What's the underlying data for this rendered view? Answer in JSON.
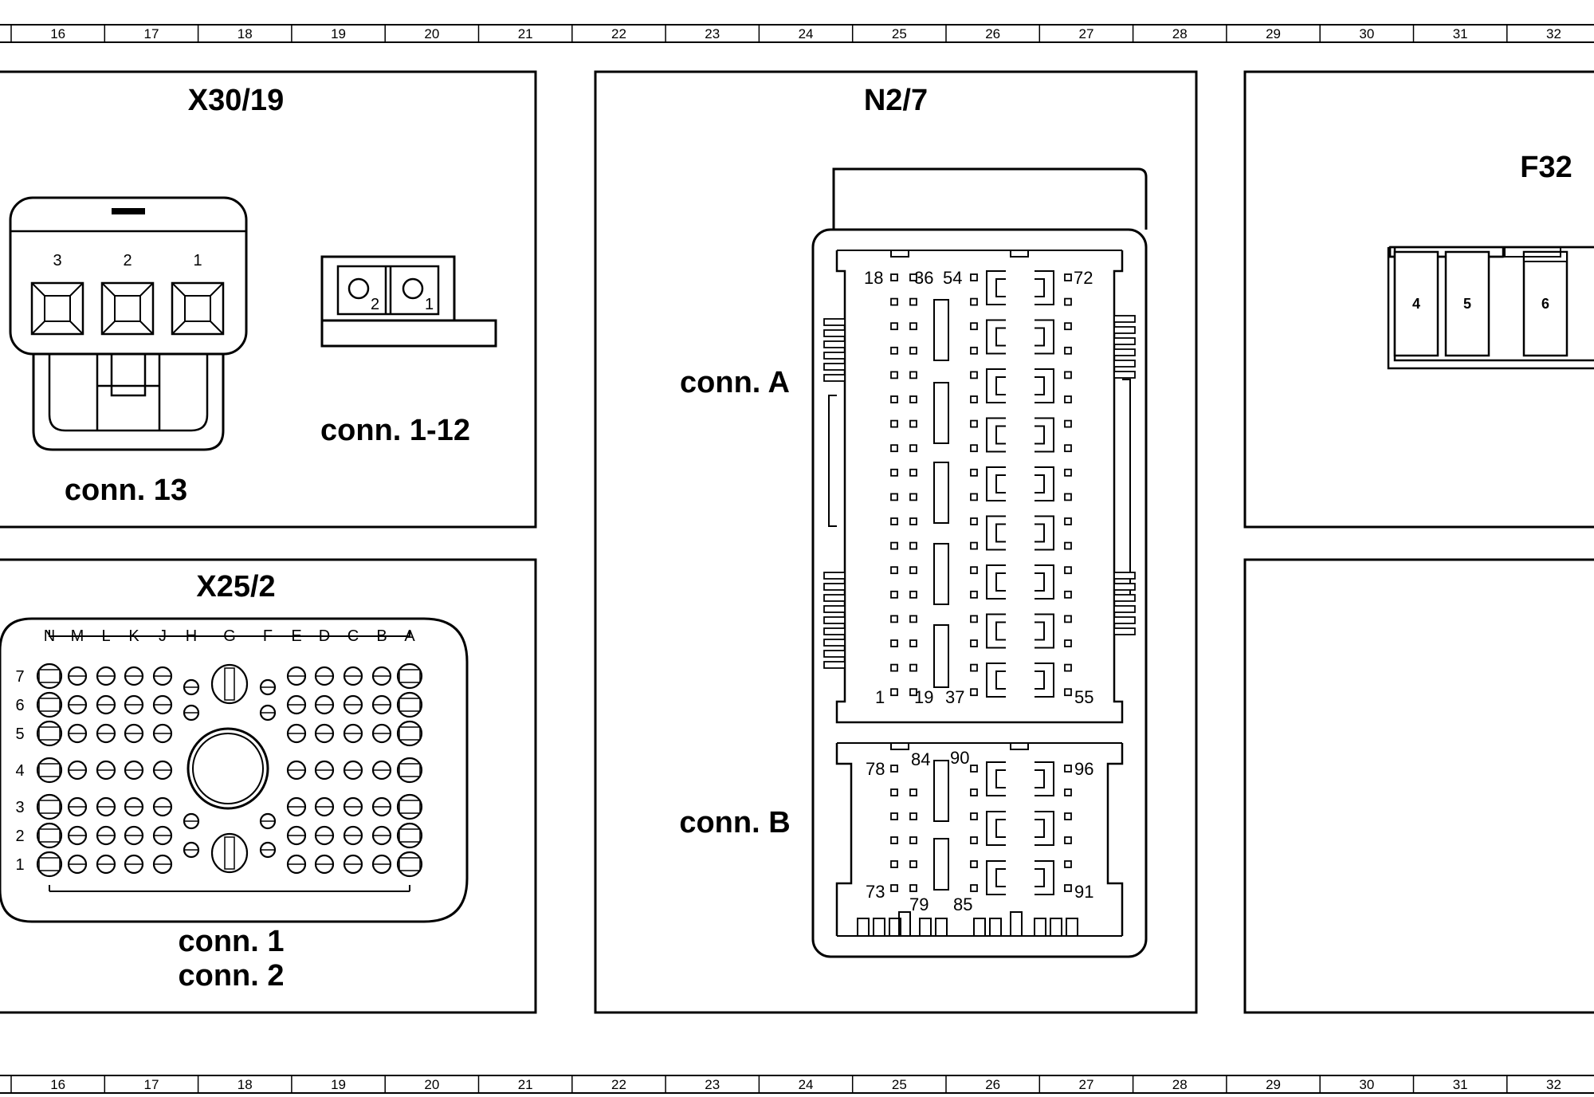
{
  "ruler": {
    "top_numbers": [
      "16",
      "17",
      "18",
      "19",
      "20",
      "21",
      "22",
      "23",
      "24",
      "25",
      "26",
      "27",
      "28",
      "29",
      "30",
      "31",
      "32"
    ],
    "bottom_numbers": [
      "16",
      "17",
      "18",
      "19",
      "20",
      "21",
      "22",
      "23",
      "24",
      "25",
      "26",
      "27",
      "28",
      "29",
      "30",
      "31",
      "32"
    ]
  },
  "panels": {
    "x30_19": {
      "title": "X30/19",
      "conn13_label": "conn. 13",
      "conn13_pins": [
        "3",
        "2",
        "1"
      ],
      "conn1_12_label": "conn. 1-12",
      "conn1_12_pins": [
        "2",
        "1"
      ]
    },
    "n2_7": {
      "title": "N2/7",
      "conn_a_label": "conn. A",
      "conn_b_label": "conn. B",
      "conn_a_pins": [
        "18",
        "36",
        "54",
        "72",
        "1",
        "19",
        "37",
        "55"
      ],
      "conn_b_pins": [
        "78",
        "84",
        "90",
        "96",
        "73",
        "79",
        "85",
        "91"
      ]
    },
    "f32": {
      "title": "F32",
      "fuses": [
        "4",
        "5",
        "6"
      ]
    },
    "x25_2": {
      "title": "X25/2",
      "columns": [
        "N",
        "M",
        "L",
        "K",
        "J",
        "H",
        "G",
        "F",
        "E",
        "D",
        "C",
        "B",
        "A"
      ],
      "rows": [
        "7",
        "6",
        "5",
        "4",
        "3",
        "2",
        "1"
      ],
      "conn_label_1": "conn. 1",
      "conn_label_2": "conn. 2"
    }
  }
}
